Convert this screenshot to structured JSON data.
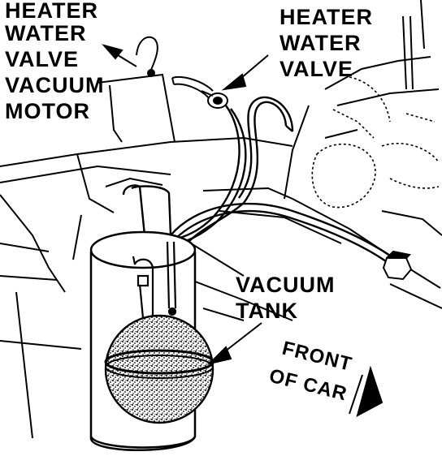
{
  "labels": {
    "valve_motor": [
      "HEATER",
      "WATER",
      "VALVE",
      "VACUUM",
      "MOTOR"
    ],
    "valve": [
      "HEATER",
      "WATER",
      "VALVE"
    ],
    "tank": [
      "VACUUM",
      "TANK"
    ],
    "front": [
      "FRONT",
      "OF CAR"
    ]
  },
  "colors": {
    "ink": "#000000",
    "paper": "#ffffff"
  }
}
